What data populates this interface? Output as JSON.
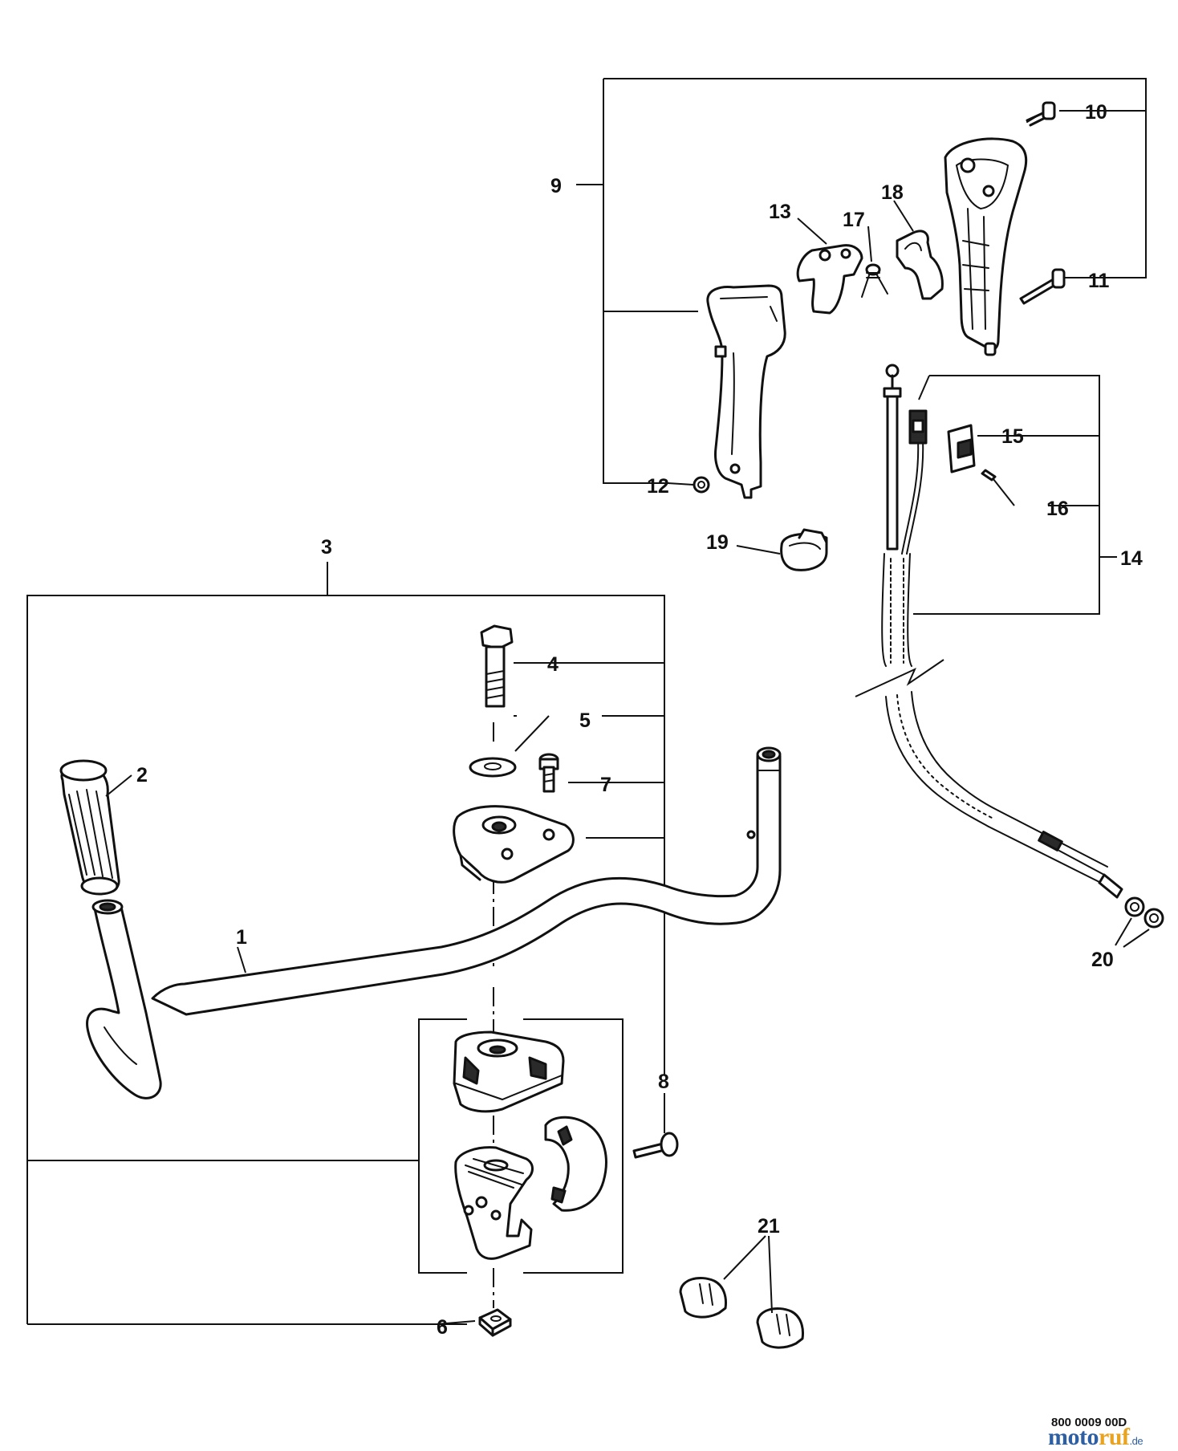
{
  "parts": [
    {
      "id": "1",
      "label": "1"
    },
    {
      "id": "2",
      "label": "2"
    },
    {
      "id": "3",
      "label": "3"
    },
    {
      "id": "4",
      "label": "4"
    },
    {
      "id": "5",
      "label": "5"
    },
    {
      "id": "6",
      "label": "6"
    },
    {
      "id": "7",
      "label": "7"
    },
    {
      "id": "8",
      "label": "8"
    },
    {
      "id": "9",
      "label": "9"
    },
    {
      "id": "10",
      "label": "10"
    },
    {
      "id": "11",
      "label": "11"
    },
    {
      "id": "12",
      "label": "12"
    },
    {
      "id": "13",
      "label": "13"
    },
    {
      "id": "14",
      "label": "14"
    },
    {
      "id": "15",
      "label": "15"
    },
    {
      "id": "16",
      "label": "16"
    },
    {
      "id": "17",
      "label": "17"
    },
    {
      "id": "18",
      "label": "18"
    },
    {
      "id": "19",
      "label": "19"
    },
    {
      "id": "20",
      "label": "20"
    },
    {
      "id": "21",
      "label": "21"
    }
  ],
  "footer": {
    "diagram_code": "800 0009 00D",
    "watermark": {
      "part1": "moto",
      "part2": "ruf",
      "tld": ".de"
    }
  }
}
